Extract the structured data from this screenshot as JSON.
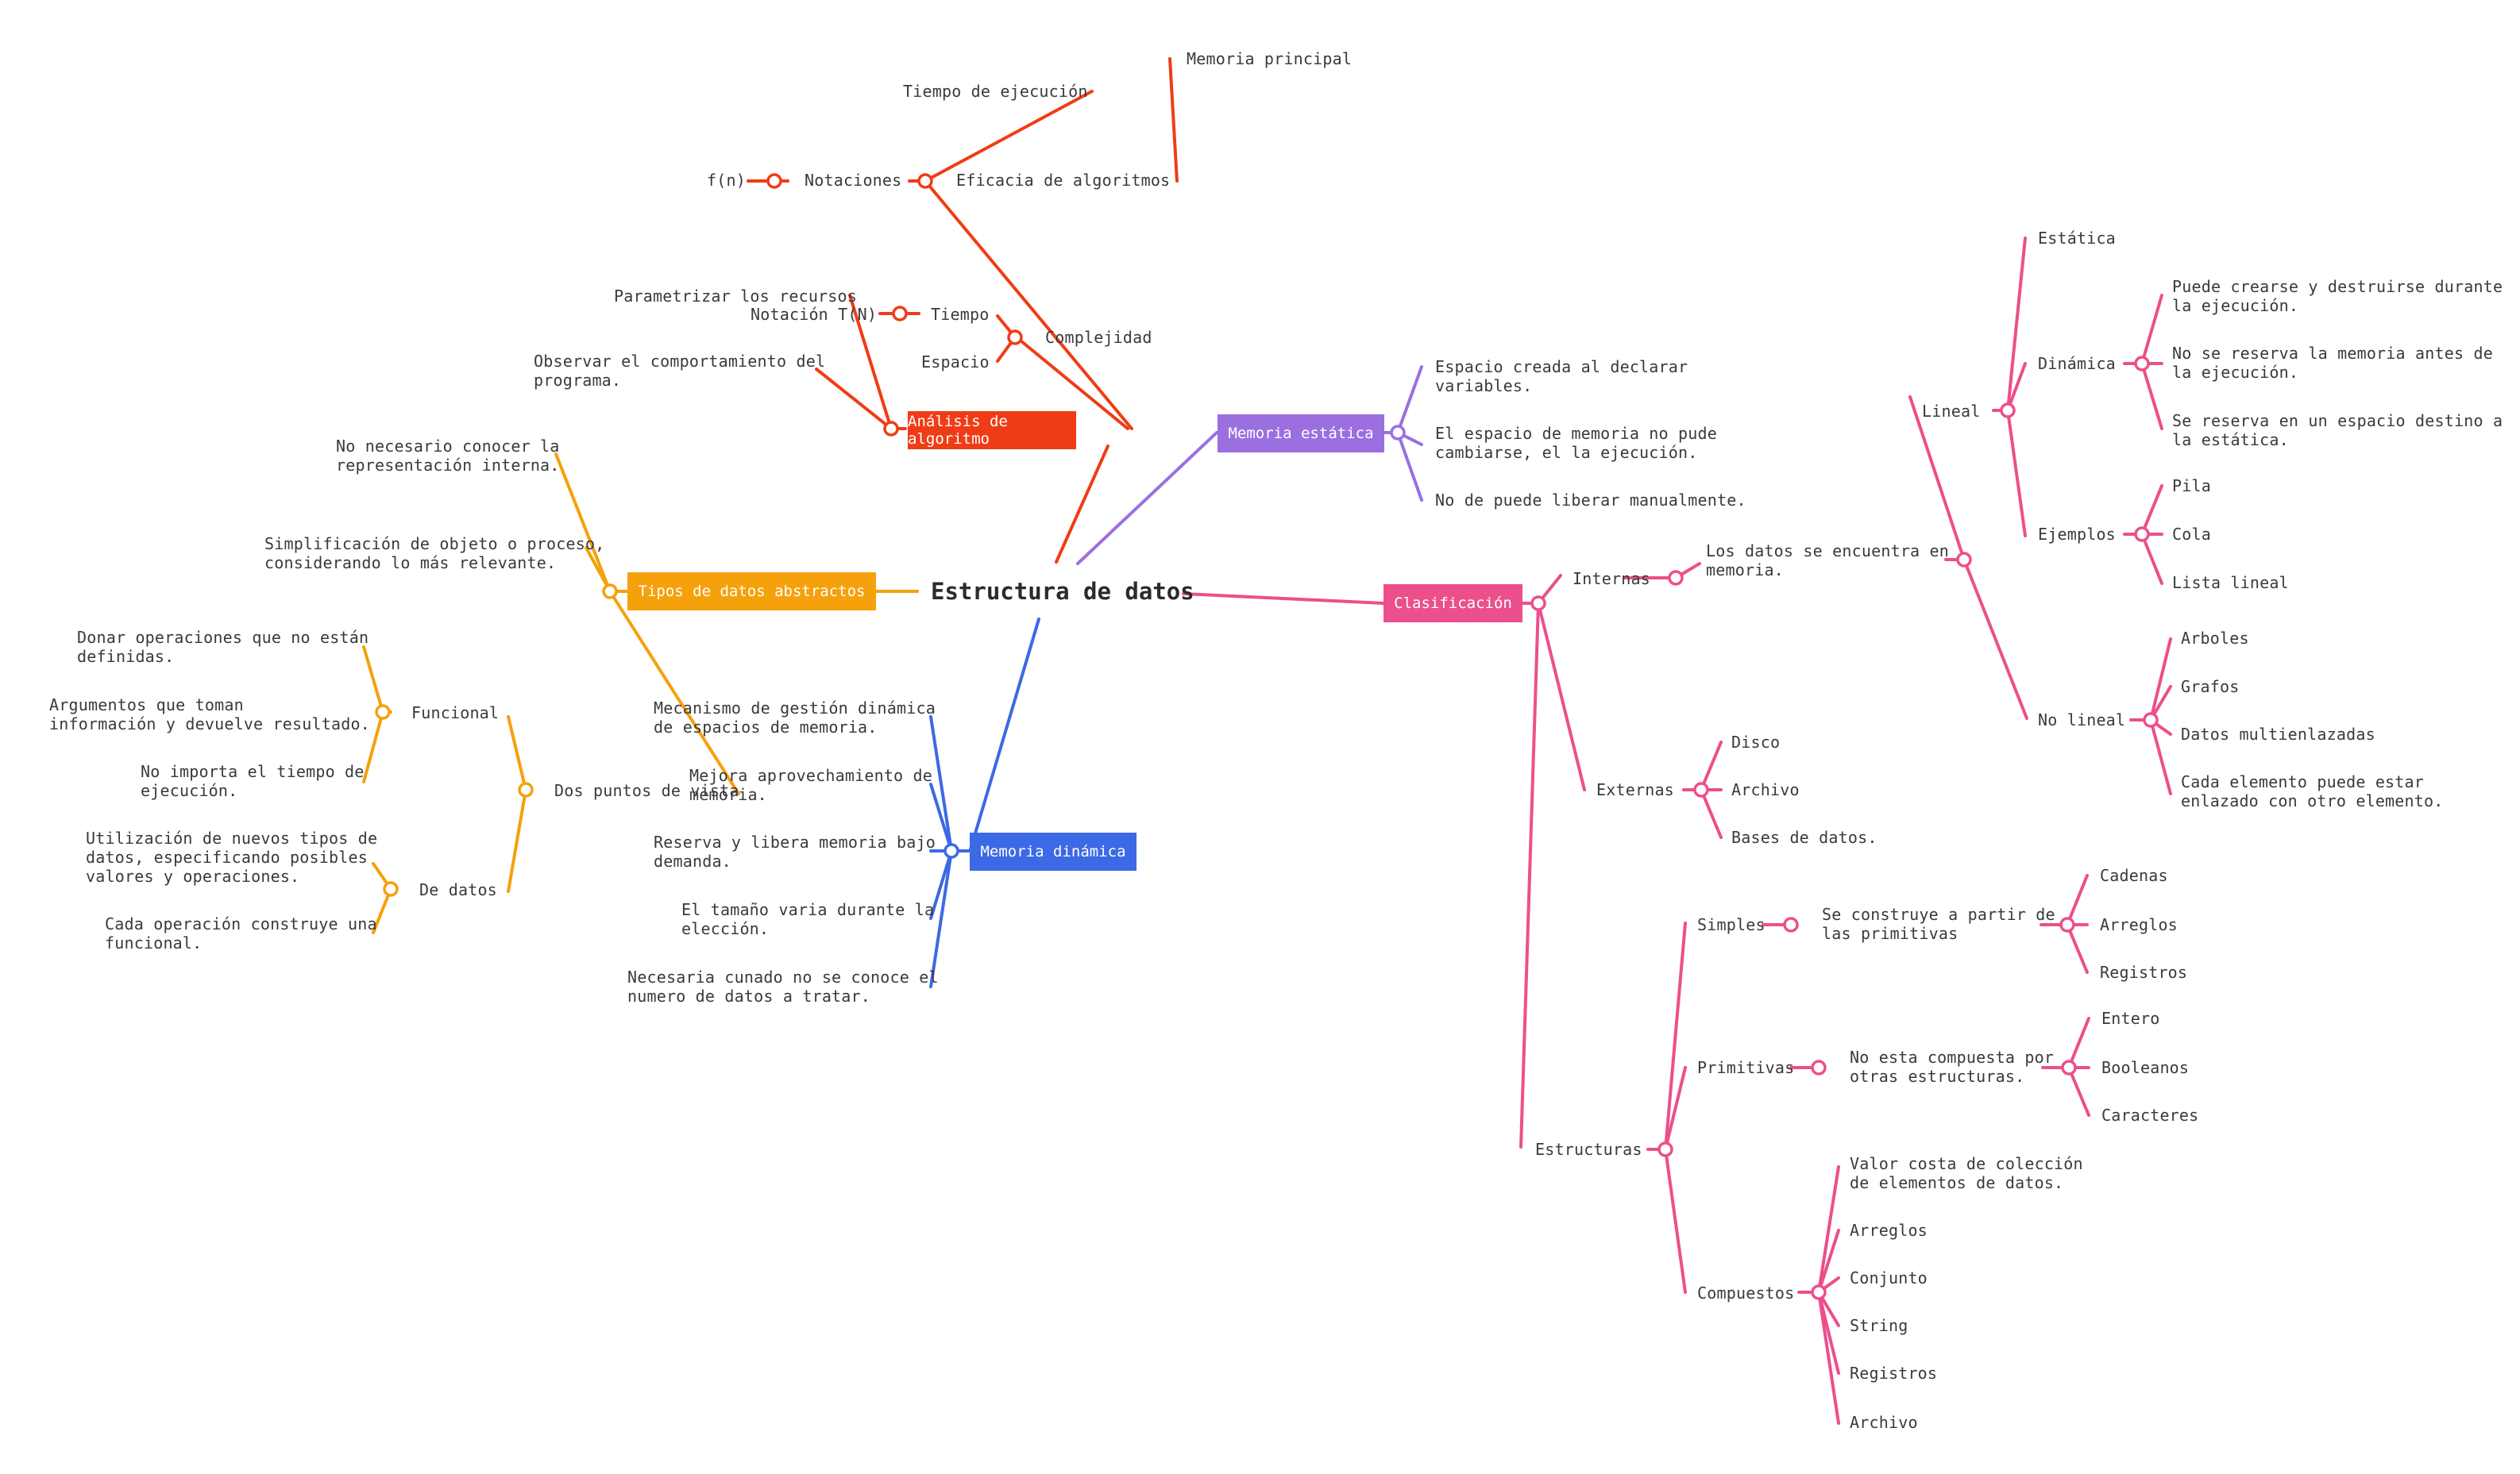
{
  "root": "Estructura de datos",
  "colors": {
    "analisis": "#f03c16",
    "estatica": "#9b6fe0",
    "abstractos": "#f5a10c",
    "dinamica": "#3c69e5",
    "clasificacion": "#ec4f8b"
  },
  "branches": {
    "analisis": {
      "title": "Análisis de algoritmo",
      "complejidad": "Complejidad",
      "tiempo": "Tiempo",
      "notacion_tn": "Notación T(N)",
      "espacio": "Espacio",
      "parametrizar": "Parametrizar los recursos",
      "observar": "Observar el comportamiento del\nprograma.",
      "eficacia": "Eficacia de algoritmos",
      "notaciones": "Notaciones",
      "fn": "f(n)",
      "tiempo_ejecucion": "Tiempo de ejecución",
      "memoria_principal": "Memoria principal"
    },
    "estatica": {
      "title": "Memoria estática",
      "items": [
        "Espacio creada al declarar\nvariables.",
        "El espacio de memoria no pude\ncambiarse, el la ejecución.",
        "No de puede liberar manualmente."
      ]
    },
    "abstractos": {
      "title": "Tipos de datos abstractos",
      "no_necesario": "No necesario conocer la\nrepresentación interna.",
      "simplificacion": "Simplificación de objeto o proceso,\nconsiderando lo más relevante.",
      "dos_puntos": "Dos puntos de vista",
      "funcional": "Funcional",
      "funcional_items": [
        "Donar operaciones que no están\ndefinidas.",
        "Argumentos que toman\ninformación y devuelve resultado.",
        "No importa el tiempo de\nejecución."
      ],
      "de_datos": "De datos",
      "de_datos_items": [
        "Utilización de nuevos tipos de\ndatos, especificando posibles\nvalores y operaciones.",
        "Cada operación construye una\nfuncional."
      ]
    },
    "dinamica": {
      "title": "Memoria dinámica",
      "items": [
        "Mecanismo de gestión dinámica\nde espacios de memoria.",
        "Mejora aprovechamiento de\nmemoria.",
        "Reserva y libera memoria bajo\ndemanda.",
        "El tamaño varia durante la\nelección.",
        "Necesaria cunado no se conoce el\nnumero de datos a tratar."
      ]
    },
    "clasificacion": {
      "title": "Clasificación",
      "internas": "Internas",
      "internas_desc": "Los datos se encuentra en\nmemoria.",
      "lineal": "Lineal",
      "lineal_estatica": "Estática",
      "lineal_dinamica": "Dinámica",
      "dinamica_items": [
        "Puede crearse y destruirse durante\nla ejecución.",
        "No se reserva la memoria antes de\nla ejecución.",
        "Se reserva en un espacio destino a\nla estática."
      ],
      "ejemplos": "Ejemplos",
      "ejemplos_items": [
        "Pila",
        "Cola",
        "Lista lineal"
      ],
      "no_lineal": "No lineal",
      "no_lineal_items": [
        "Arboles",
        "Grafos",
        "Datos multienlazadas",
        "Cada elemento puede estar\nenlazado con otro elemento."
      ],
      "externas": "Externas",
      "externas_items": [
        "Disco",
        "Archivo",
        "Bases de datos."
      ],
      "estructuras": "Estructuras",
      "simples": "Simples",
      "simples_desc": "Se construye a partir de\nlas primitivas",
      "simples_items": [
        "Cadenas",
        "Arreglos",
        "Registros"
      ],
      "primitivas": "Primitivas",
      "primitivas_desc": "No esta compuesta por\notras estructuras.",
      "primitivas_items": [
        "Entero",
        "Booleanos",
        "Caracteres"
      ],
      "compuestos": "Compuestos",
      "compuestos_items": [
        "Valor costa de colección\nde elementos de datos.",
        "Arreglos",
        "Conjunto",
        "String",
        "Registros",
        "Archivo"
      ]
    }
  }
}
